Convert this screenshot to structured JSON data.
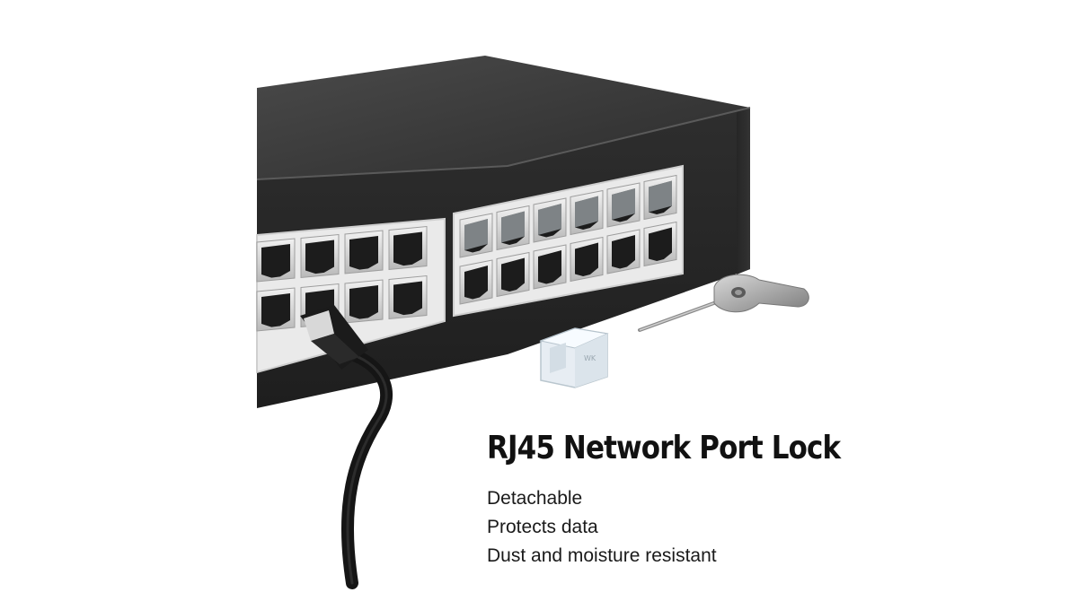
{
  "product": {
    "title": "RJ45 Network Port Lock",
    "features": [
      "Detachable",
      "Protects data",
      "Dust and moisture resistant"
    ]
  },
  "scene": {
    "lock_mark": "WK",
    "colors": {
      "switch_body": "#2a2a2a",
      "switch_top": "#3a3a3a",
      "port_metal": "#c9c9c9",
      "port_frame": "#e8e8e8",
      "cable": "#111111",
      "key_metal": "#9a9a9a"
    },
    "icons": [
      "network-switch",
      "ethernet-cable",
      "port-lock-clip",
      "unlock-key"
    ]
  }
}
